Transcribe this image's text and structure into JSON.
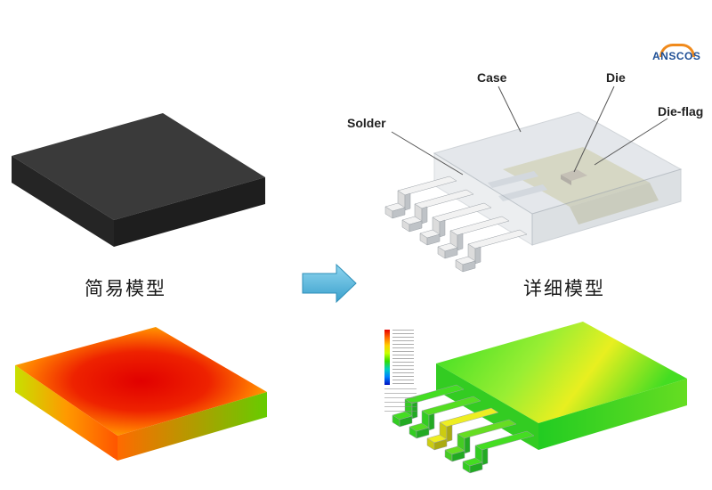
{
  "logo": {
    "text": "ANSCOS"
  },
  "labels": {
    "case": "Case",
    "die": "Die",
    "die_flag": "Die-flag",
    "solder": "Solder"
  },
  "captions": {
    "simple_model": "简易模型",
    "detailed_model": "详细模型"
  },
  "colors": {
    "package_dark": "#333333",
    "arrow": "#5bb6dc",
    "logo_blue": "#1f4f95",
    "logo_orange": "#f08a1c"
  }
}
